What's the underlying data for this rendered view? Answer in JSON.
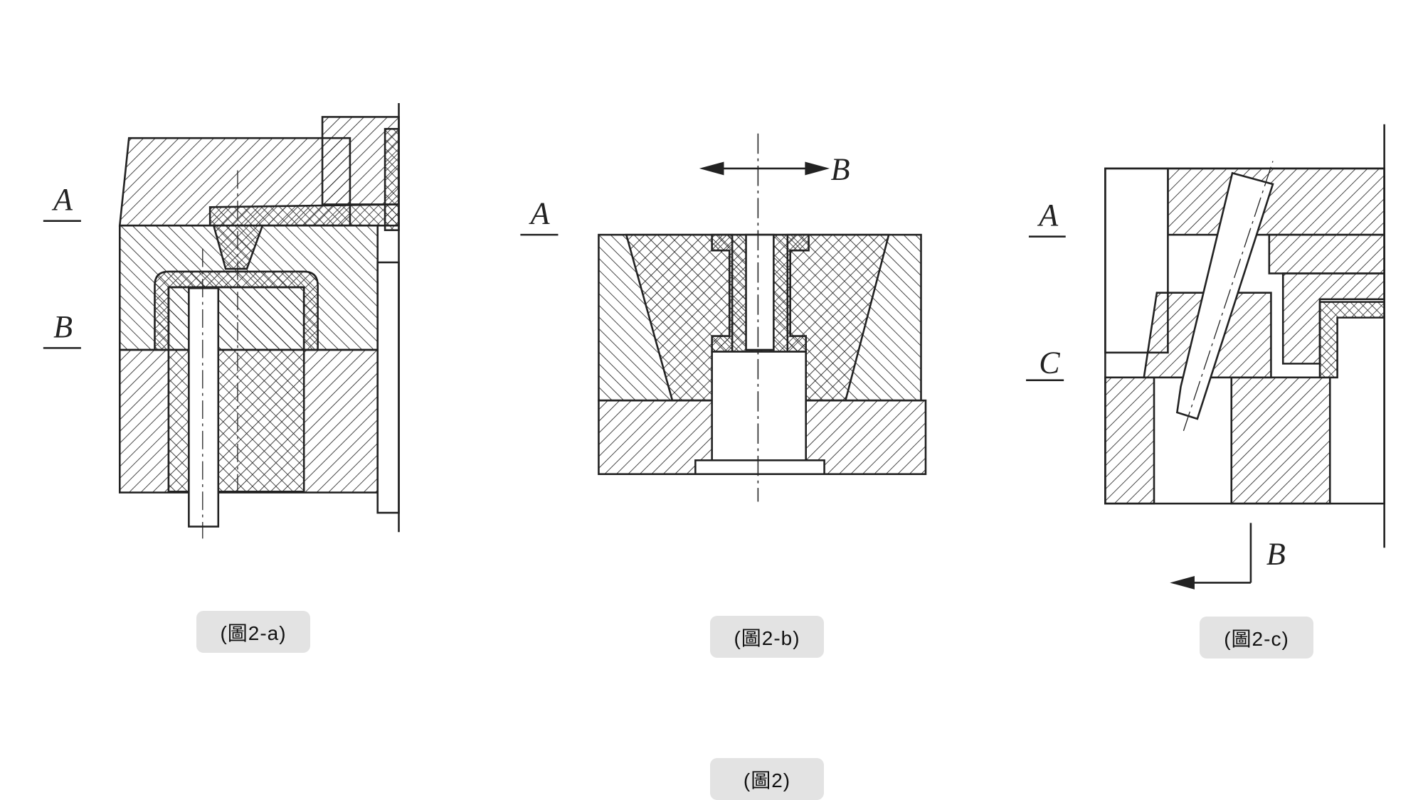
{
  "figure_a": {
    "labels": [
      "A",
      "B"
    ],
    "caption": "(圖2-a)"
  },
  "figure_b": {
    "labels": [
      "A",
      "B"
    ],
    "caption": "(圖2-b)"
  },
  "figure_c": {
    "labels": [
      "A",
      "C",
      "B"
    ],
    "caption": "(圖2-c)"
  },
  "main_caption": "(圖2)",
  "colors": {
    "line": "#222222",
    "caption_bg": "#e3e3e3"
  }
}
